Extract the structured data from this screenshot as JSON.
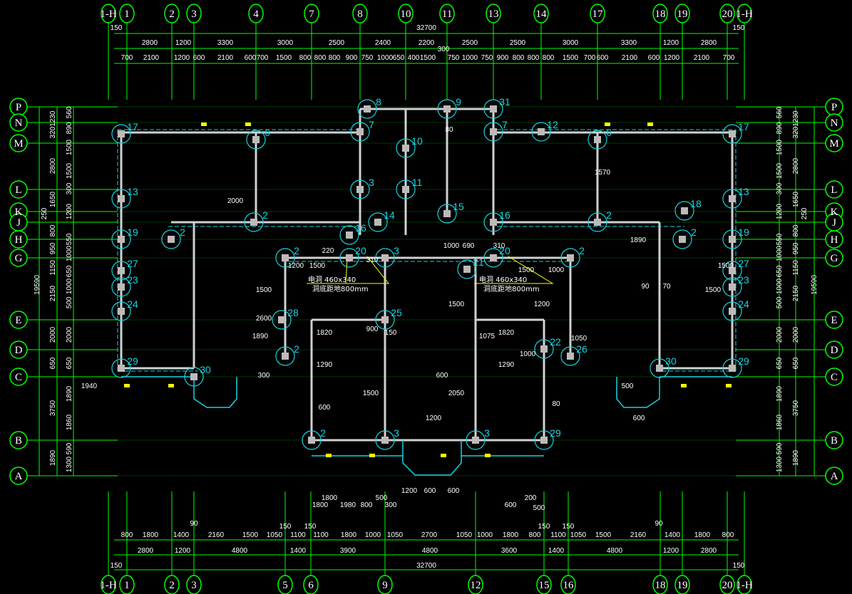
{
  "drawing": {
    "type": "floor-plan",
    "colors": {
      "background": "#000000",
      "axis": "#00ff00",
      "wall": "#d0d0d0",
      "column_marker": "#19d3df",
      "window": "#ffff00",
      "text": "#ffffff"
    },
    "total_width": "32700",
    "total_depth": "19590",
    "edge_offset": "150",
    "top_axes": [
      "1-H",
      "1",
      "2",
      "3",
      "4",
      "7",
      "8",
      "10",
      "11",
      "13",
      "14",
      "17",
      "18",
      "19",
      "20",
      "1-H"
    ],
    "bottom_axes": [
      "1-H",
      "1",
      "2",
      "3",
      "5",
      "6",
      "9",
      "12",
      "15",
      "16",
      "18",
      "19",
      "20",
      "1-H"
    ],
    "row_axes": [
      "P",
      "N",
      "M",
      "L",
      "K",
      "J",
      "H",
      "G",
      "E",
      "D",
      "C",
      "B",
      "A"
    ],
    "top_dims_axis": [
      "2800",
      "1200",
      "3300",
      "3000",
      "2500",
      "2400",
      "2200",
      "2500",
      "2500",
      "3000",
      "3300",
      "1200",
      "2800"
    ],
    "top_dims_detail": [
      "700",
      "2100",
      "1200",
      "600",
      "2100",
      "600",
      "700",
      "1500",
      "800",
      "800",
      "800",
      "900",
      "750",
      "1000",
      "650",
      "400",
      "1500",
      "750",
      "1000",
      "750",
      "900",
      "800",
      "800",
      "800",
      "1500",
      "700",
      "600",
      "2100",
      "600",
      "1200",
      "2100",
      "700"
    ],
    "top_extra": "300",
    "bottom_dims_detail": [
      "800",
      "1800",
      "1400",
      "2160",
      "1500",
      "1050",
      "1100",
      "1100",
      "1800",
      "1000",
      "1050",
      "2700",
      "1050",
      "1000",
      "1800",
      "800",
      "1100",
      "1050",
      "1500",
      "2160",
      "1400",
      "1800",
      "800"
    ],
    "bottom_extra": [
      "90",
      "150",
      "150",
      "150",
      "150",
      "90"
    ],
    "bottom_dims_axis": [
      "2800",
      "1200",
      "4800",
      "1400",
      "3900",
      "4800",
      "3600",
      "1400",
      "4800",
      "1200",
      "2800"
    ],
    "side_dims_outer": [
      "3201230",
      "2800",
      "1650",
      "250",
      "800",
      "950",
      "1150",
      "2150",
      "2000",
      "650",
      "3750",
      "1890"
    ],
    "side_dims_inner": [
      "560",
      "890",
      "1500",
      "1500",
      "300",
      "1200",
      "550",
      "1000",
      "650",
      "1000",
      "500",
      "2000",
      "650",
      "1890",
      "1860",
      "590",
      "1300"
    ],
    "column_markers": [
      "17",
      "6",
      "13",
      "2",
      "19",
      "2",
      "27",
      "23",
      "24",
      "29",
      "30",
      "7",
      "8",
      "10",
      "3",
      "11",
      "14",
      "16",
      "9",
      "31",
      "7",
      "15",
      "12",
      "6",
      "16",
      "2",
      "17",
      "13",
      "18",
      "19",
      "2",
      "27",
      "23",
      "24",
      "29",
      "30",
      "26",
      "22",
      "2",
      "20",
      "3",
      "21",
      "20",
      "2",
      "28",
      "25",
      "2",
      "3",
      "3",
      "29",
      "2"
    ],
    "notes": {
      "opening_left": "电洞 460x340",
      "opening_left_height": "洞底距地800mm",
      "opening_right": "电洞 460x340",
      "opening_right_height": "洞底距地800mm"
    },
    "plan_dims": [
      "1500",
      "1200",
      "1500",
      "1000",
      "1500",
      "1200",
      "1000",
      "690",
      "310",
      "310",
      "220",
      "1820",
      "1820",
      "1290",
      "1290",
      "900",
      "150",
      "1075",
      "1050",
      "1000",
      "1500",
      "1500",
      "1500",
      "1500",
      "2050",
      "2600",
      "600",
      "1200",
      "600",
      "600",
      "1200",
      "600",
      "600",
      "1980",
      "600",
      "1800",
      "1800",
      "800",
      "300",
      "500",
      "200",
      "500",
      "300",
      "500",
      "1940",
      "1890",
      "1890",
      "2000",
      "1570",
      "80",
      "80",
      "90",
      "70"
    ]
  }
}
